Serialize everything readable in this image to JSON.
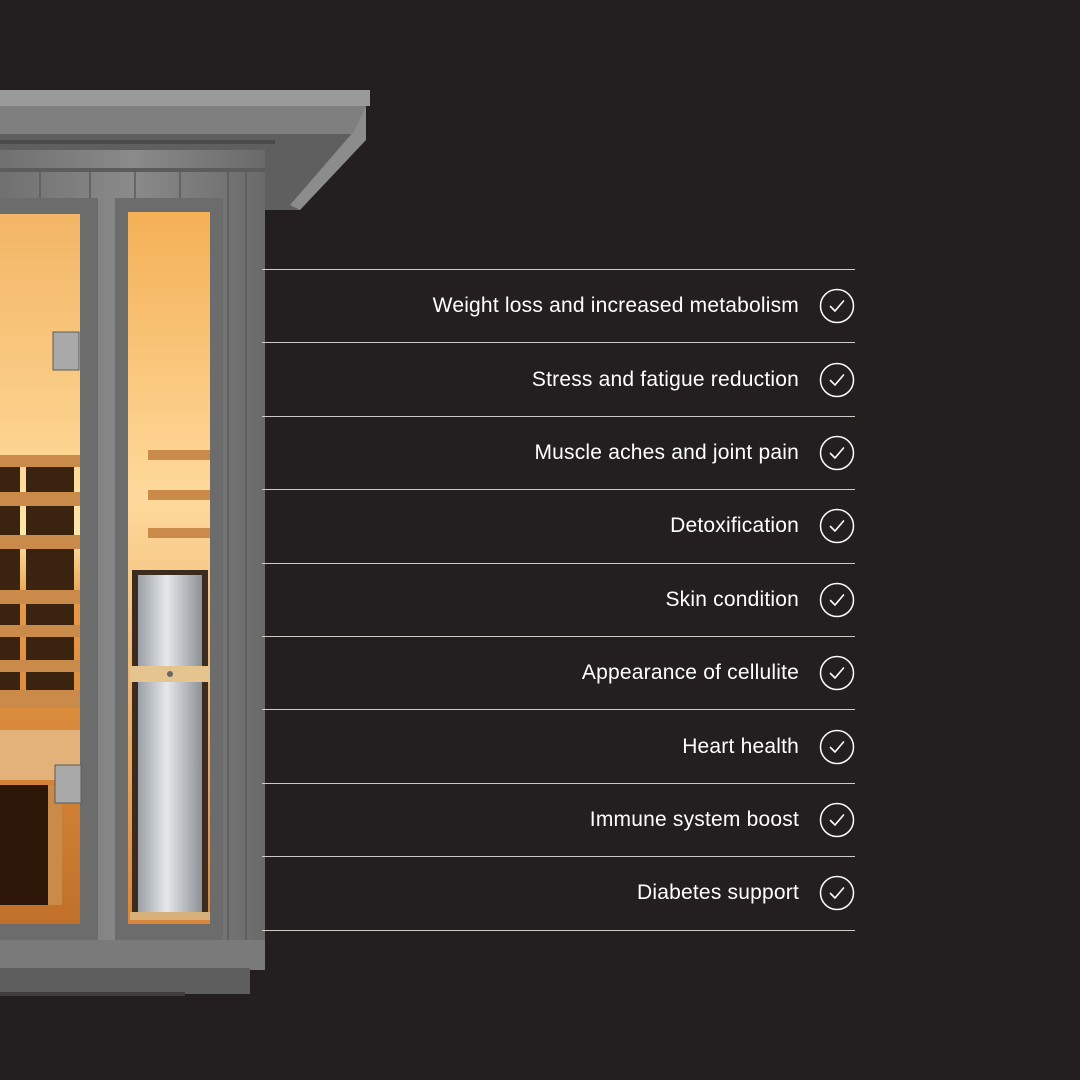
{
  "colors": {
    "background": "#231f20",
    "text": "#ffffff",
    "divider": "#cfcac6",
    "frame": "#7b7b7b",
    "glow": "#f7a940"
  },
  "benefits": [
    {
      "label": "Weight loss and increased metabolism",
      "icon": "check-circle-icon"
    },
    {
      "label": "Stress and fatigue reduction",
      "icon": "check-circle-icon"
    },
    {
      "label": "Muscle aches and joint pain",
      "icon": "check-circle-icon"
    },
    {
      "label": "Detoxification",
      "icon": "check-circle-icon"
    },
    {
      "label": "Skin condition",
      "icon": "check-circle-icon"
    },
    {
      "label": "Appearance of cellulite",
      "icon": "check-circle-icon"
    },
    {
      "label": "Heart health",
      "icon": "check-circle-icon"
    },
    {
      "label": "Immune system boost",
      "icon": "check-circle-icon"
    },
    {
      "label": "Diabetes support",
      "icon": "check-circle-icon"
    }
  ]
}
